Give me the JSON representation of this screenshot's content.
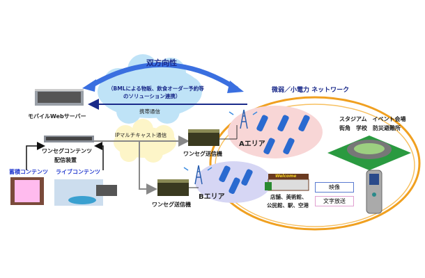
{
  "title": "双方向性",
  "cloud_text": [
    "（BMLによる物販、飲食オーダー予約等",
    "のソリューション連携）"
  ],
  "mobile_comm": "携帯通信",
  "mobile_server": "モバイルWebサーバー",
  "network_label": "微弱／小電力 ネットワーク",
  "venues": [
    "スタジアム　イベント会場",
    "街角　学校　防災避難所"
  ],
  "area_a": "Aエリア",
  "area_b": "Bエリア",
  "ip_multicast": "IPマルチキャスト通信",
  "distribution_device": [
    "ワンセグコンテンツ",
    "配信装置"
  ],
  "transmitter_a": "ワンセグ送信機",
  "transmitter_b": "ワンセグ送信機",
  "stored_content": "蓄積コンテンツ",
  "live_content": "ライブコンテンツ",
  "store_sign": "Welcome",
  "places": [
    "店舗、美術館、",
    "公民館、駅、空港"
  ],
  "video_label": "映像",
  "text_broadcast_label": "文字放送",
  "colors": {
    "arc": "#3a6fe0",
    "cloud_blue": "#bfe3f7",
    "cloud_yellow": "#fdf5c8",
    "orange": "#f0a020",
    "area_a": "#f8d6d6",
    "area_b": "#d6d6f4",
    "dark_blue": "#1a2a8a"
  }
}
